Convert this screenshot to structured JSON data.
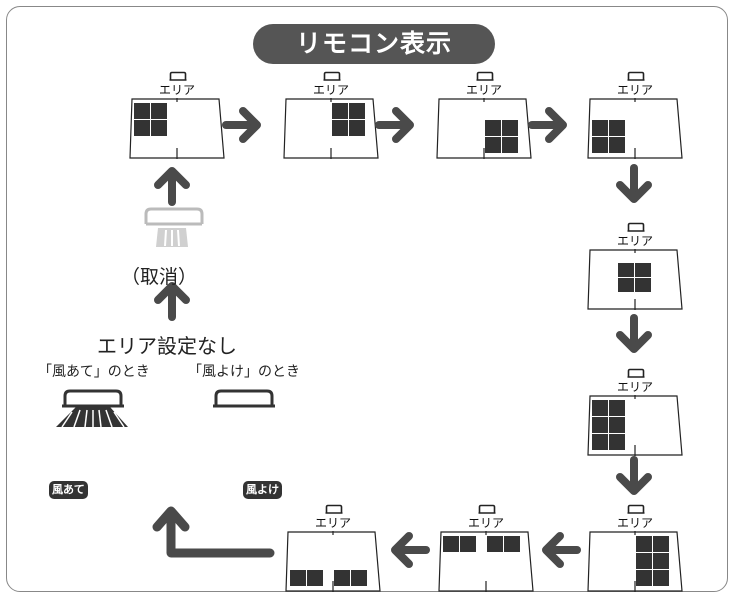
{
  "title": "リモコン表示",
  "area_label": "エリア",
  "cancel_label": "（取消）",
  "no_area_label": "エリア設定なし",
  "caption_kaze_ate": "「風あて」のとき",
  "caption_kaze_yoke": "「風よけ」のとき",
  "badge_kaze_ate": "風あて",
  "badge_kaze_yoke": "風よけ",
  "colors": {
    "dark": "#333333",
    "arrow": "#4a4a4a",
    "pill": "#555555",
    "faded": "#bbbbbb",
    "frame": "#888888"
  },
  "panels": [
    {
      "id": "p1",
      "filled_cells": [
        "c0",
        "c1",
        "c4",
        "c5"
      ]
    },
    {
      "id": "p2",
      "filled_cells": [
        "c2",
        "c3",
        "c6",
        "c7"
      ]
    },
    {
      "id": "p3",
      "filled_cells": [
        "c6",
        "c7",
        "c10",
        "c11"
      ]
    },
    {
      "id": "p4",
      "filled_cells": [
        "c4",
        "c5",
        "c8",
        "c9"
      ]
    },
    {
      "id": "p5",
      "filled_cells": [
        "m0",
        "m1",
        "m2",
        "m3"
      ]
    },
    {
      "id": "p6",
      "filled_cells": [
        "c0",
        "c1",
        "c4",
        "c5",
        "c8",
        "c9"
      ]
    },
    {
      "id": "p7",
      "filled_cells": [
        "c2",
        "c3",
        "c6",
        "c7",
        "c10",
        "c11"
      ]
    },
    {
      "id": "p8",
      "filled_cells": [
        "c0",
        "c1",
        "c2",
        "c3"
      ]
    },
    {
      "id": "p9",
      "filled_cells": [
        "c8",
        "c9",
        "c10",
        "c11"
      ]
    }
  ]
}
